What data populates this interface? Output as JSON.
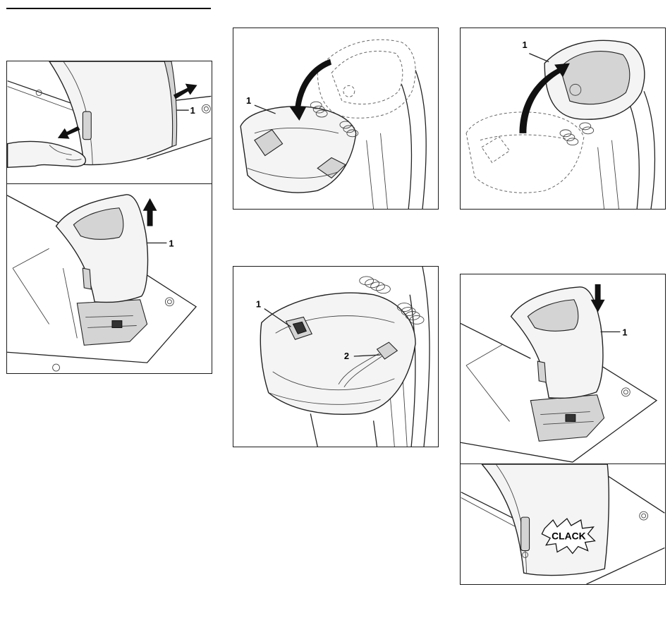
{
  "header": {
    "rule": true
  },
  "figures": [
    {
      "id": "fig-1a",
      "callouts": [
        "1"
      ]
    },
    {
      "id": "fig-1b",
      "callouts": [
        "1"
      ]
    },
    {
      "id": "fig-2",
      "callouts": [
        "1"
      ]
    },
    {
      "id": "fig-3",
      "callouts": [
        "1"
      ]
    },
    {
      "id": "fig-4",
      "callouts": [
        "1",
        "2"
      ]
    },
    {
      "id": "fig-5a",
      "callouts": [
        "1"
      ]
    },
    {
      "id": "fig-5b",
      "sound_label": "CLACK"
    }
  ]
}
